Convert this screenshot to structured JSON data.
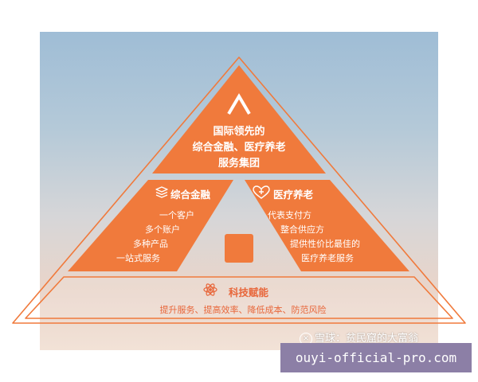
{
  "pyramid": {
    "top": {
      "icon": "caret-up-icon",
      "lines": [
        "国际领先的",
        "综合金融、医疗养老",
        "服务集团"
      ]
    },
    "finance": {
      "icon": "layers-icon",
      "title": "综合金融",
      "items": [
        "一个客户",
        "多个账户",
        "多种产品",
        "一站式服务"
      ]
    },
    "healthcare": {
      "icon": "heart-plus-icon",
      "title": "医疗养老",
      "items": [
        "代表支付方",
        "整合供应方",
        "提供性价比最佳的",
        "医疗养老服务"
      ]
    },
    "tech": {
      "icon": "atom-icon",
      "title": "科技赋能",
      "desc": "提升服务、提高效率、降低成本、防范风险"
    }
  },
  "watermark": {
    "icon": "snowball-logo-icon",
    "text": "雪球：贫民窟的大富翁"
  },
  "url": "ouyi-official-pro.com",
  "colors": {
    "accent": "#f07a3c",
    "accent_text": "#e8663a",
    "url_bar": "#8c7fa6"
  }
}
